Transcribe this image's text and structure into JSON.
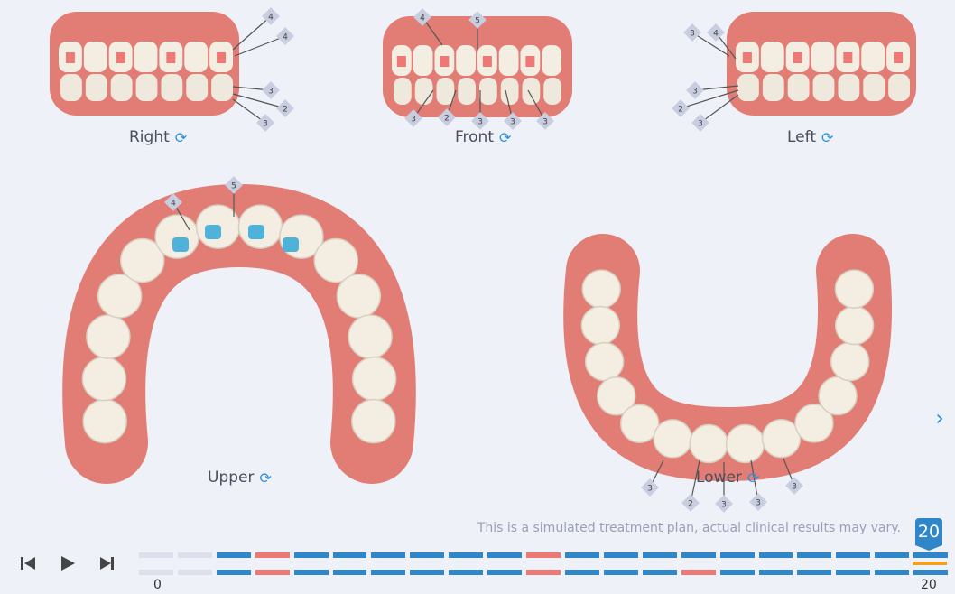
{
  "views": {
    "right": {
      "label": "Right",
      "top_markers": [
        "4",
        "4"
      ],
      "bottom_markers": [
        "3",
        "2",
        "3"
      ]
    },
    "front": {
      "label": "Front",
      "top_markers": [
        "4",
        "5"
      ],
      "bottom_markers": [
        "3",
        "2",
        "3",
        "3",
        "3"
      ]
    },
    "left": {
      "label": "Left",
      "top_markers": [
        "3",
        "4"
      ],
      "bottom_markers": [
        "3",
        "2",
        "3"
      ]
    },
    "upper": {
      "label": "Upper",
      "markers": [
        "4",
        "5"
      ]
    },
    "lower": {
      "label": "Lower",
      "markers": [
        "3",
        "2",
        "3",
        "3",
        "3"
      ]
    }
  },
  "disclaimer": "This is a simulated treatment plan, actual clinical results may vary.",
  "timeline": {
    "current_stage": "20",
    "start_label": "0",
    "end_label": "20",
    "upper_stages": [
      "none",
      "none",
      "step",
      "attach",
      "step",
      "step",
      "step",
      "step",
      "step",
      "step",
      "attach",
      "step",
      "step",
      "step",
      "step",
      "step",
      "step",
      "step",
      "step",
      "step",
      "step"
    ],
    "lower_stages": [
      "none",
      "none",
      "step",
      "attach",
      "step",
      "step",
      "step",
      "step",
      "step",
      "step",
      "attach",
      "step",
      "step",
      "step",
      "attach",
      "step",
      "step",
      "step",
      "step",
      "step",
      "step"
    ]
  },
  "colors": {
    "accent": "#2f86c8",
    "attachment": "#ee7873",
    "gum": "#e27d75",
    "highlight": "#f0a020"
  }
}
